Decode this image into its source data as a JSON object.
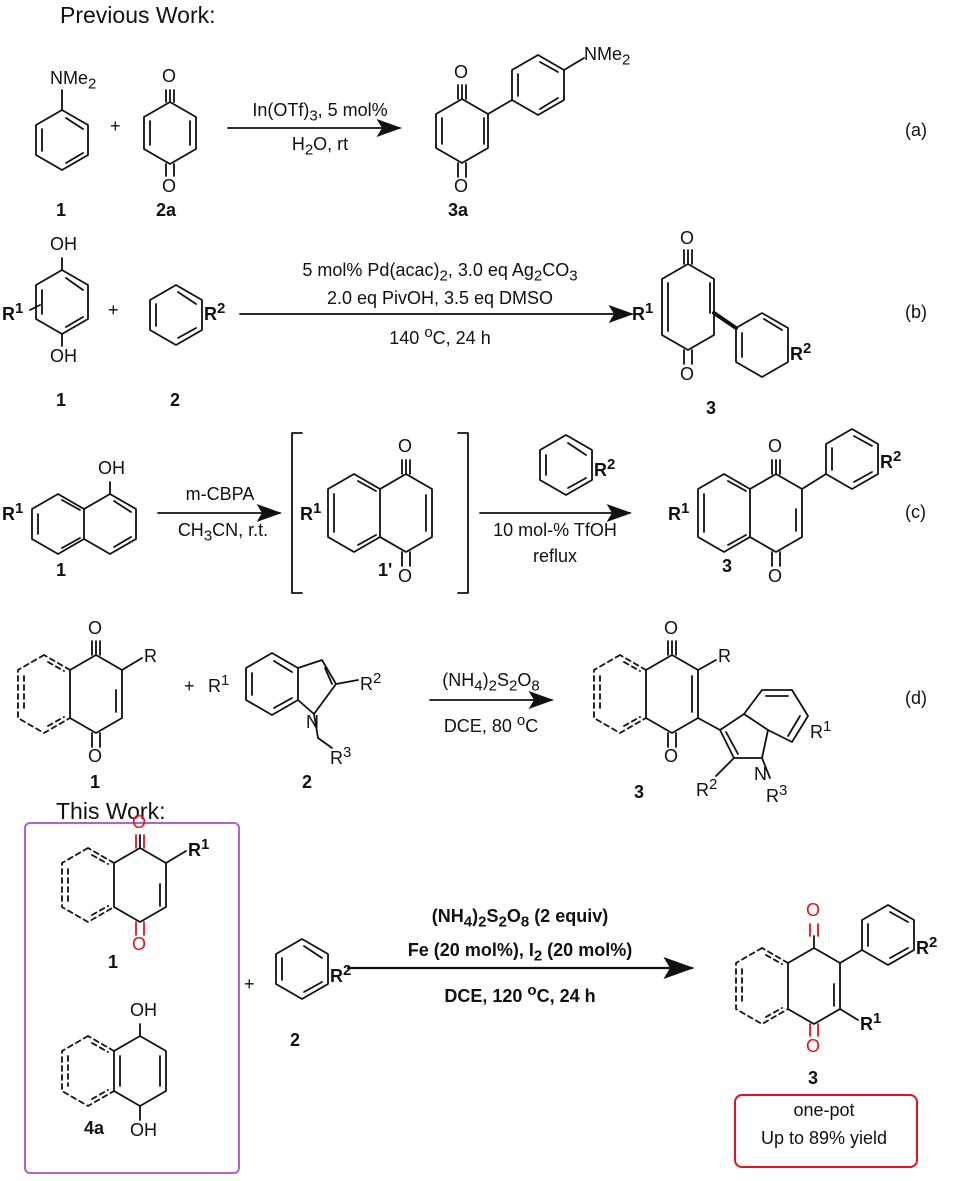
{
  "headers": {
    "previous": "Previous Work:",
    "this": "This Work:"
  },
  "colors": {
    "oxygen_highlight": "#e0141e",
    "box_border": "#b061d6",
    "note_border": "#e0141e"
  },
  "scheme_a": {
    "reactant1_label": "1",
    "reactant2_label": "2a",
    "product_label": "3a",
    "sub_nme2": "NMe",
    "sub_nme2_sub": "2",
    "o": "O",
    "plus": "+",
    "cond1_a": "In(OTf)",
    "cond1_sub": "3",
    "cond1_b": ", 5 mol%",
    "cond2_a": "H",
    "cond2_sub": "2",
    "cond2_b": "O, rt",
    "tag": "(a)"
  },
  "scheme_b": {
    "reactant1_label": "1",
    "reactant2_label": "2",
    "product_label": "3",
    "oh": "OH",
    "r": "R",
    "sup1": "1",
    "sup2": "2",
    "o": "O",
    "plus": "+",
    "cond1_a": "5 mol% Pd(acac)",
    "cond1_sub1": "2",
    "cond1_b": ", 3.0 eq Ag",
    "cond1_sub2": "2",
    "cond1_c": "CO",
    "cond1_sub3": "3",
    "cond2": "2.0 eq PivOH, 3.5 eq DMSO",
    "cond3_a": "140 ",
    "cond3_sup": "o",
    "cond3_b": "C, 24 h",
    "tag": "(b)"
  },
  "scheme_c": {
    "reactant1_label": "1",
    "intermediate_label": "1'",
    "product_label": "3",
    "oh": "OH",
    "r": "R",
    "sup1": "1",
    "sup2": "2",
    "o": "O",
    "cond1": "m-CBPA",
    "cond2_a": "CH",
    "cond2_sub": "3",
    "cond2_b": "CN, r.t.",
    "cond3": "10 mol-% TfOH",
    "cond4": "reflux",
    "tag": "(c)"
  },
  "scheme_d": {
    "reactant1_label": "1",
    "reactant2_label": "2",
    "product_label": "3",
    "r": "R",
    "sup1": "1",
    "sup2": "2",
    "sup3": "3",
    "n": "N",
    "o": "O",
    "plus": "+",
    "cond1_a": "(NH",
    "cond1_sub1": "4",
    "cond1_b": ")",
    "cond1_sub2": "2",
    "cond1_c": "S",
    "cond1_sub3": "2",
    "cond1_d": "O",
    "cond1_sub4": "8",
    "cond2_a": "DCE, 80 ",
    "cond2_sup": "o",
    "cond2_b": "C",
    "tag": "(d)"
  },
  "this_work": {
    "reactant1_label": "1",
    "reactant1b_label": "4a",
    "reactant2_label": "2",
    "product_label": "3",
    "r": "R",
    "sup1": "1",
    "sup2": "2",
    "o": "O",
    "oh": "OH",
    "plus": "+",
    "cond1_a": "(NH",
    "cond1_sub1": "4",
    "cond1_b": ")",
    "cond1_sub2": "2",
    "cond1_c": "S",
    "cond1_sub3": "2",
    "cond1_d": "O",
    "cond1_sub4": "8",
    "cond1_e": " (2 equiv)",
    "cond2_a": "Fe (20 mol%), I",
    "cond2_sub": "2",
    "cond2_b": " (20 mol%)",
    "cond3_a": "DCE, 120 ",
    "cond3_sup": "o",
    "cond3_b": "C, 24 h",
    "note_line1": "one-pot",
    "note_line2": "Up to 89% yield"
  }
}
